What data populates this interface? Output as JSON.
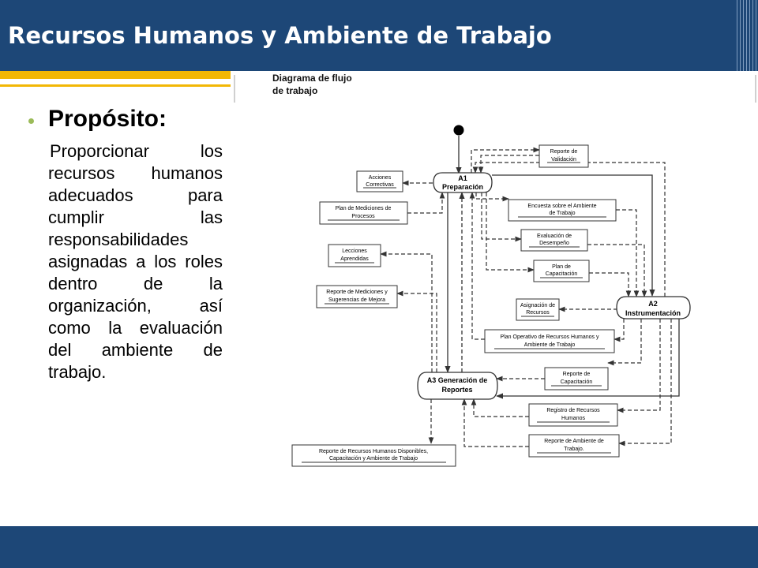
{
  "slide": {
    "title": "Recursos Humanos y Ambiente de Trabajo",
    "heading": "Propósito:",
    "body": "Proporcionar los recursos humanos adecuados para cumplir las responsabilidades asignadas a los roles dentro de la organización, así como la evaluación del ambiente de trabajo."
  },
  "diagram": {
    "caption_lines": [
      "Diagrama de flujo",
      "de trabajo"
    ],
    "processes": [
      {
        "lines": [
          "A1",
          "Preparación"
        ]
      },
      {
        "lines": [
          "A2",
          "Instrumentación"
        ]
      },
      {
        "lines": [
          "A3 Generación de",
          "Reportes"
        ]
      }
    ],
    "documents": [
      {
        "lines": [
          "Reporte de",
          "Validación"
        ]
      },
      {
        "lines": [
          "Acciones",
          "Correctivas"
        ]
      },
      {
        "lines": [
          "Plan de Mediciones de",
          "Procesos"
        ]
      },
      {
        "lines": [
          "Encuesta sobre el Ambiente",
          "de Trabajo"
        ]
      },
      {
        "lines": [
          "Evaluación de",
          "Desempeño"
        ]
      },
      {
        "lines": [
          "Lecciones",
          "Aprendidas"
        ]
      },
      {
        "lines": [
          "Plan de",
          "Capacitación"
        ]
      },
      {
        "lines": [
          "Reporte de Mediciones y",
          "Sugerencias de Mejora"
        ]
      },
      {
        "lines": [
          "Asignación de",
          "Recursos"
        ]
      },
      {
        "lines": [
          "Plan Operativo de Recursos Humanos y",
          "Ambiente de Trabajo"
        ]
      },
      {
        "lines": [
          "Reporte de",
          "Capacitación"
        ]
      },
      {
        "lines": [
          "Registro de Recursos",
          "Humanos"
        ]
      },
      {
        "lines": [
          "Reporte de Ambiente de",
          "Trabajo."
        ]
      },
      {
        "lines": [
          "Reporte de Recursos Humanos Disponibles,",
          "Capacitación y Ambiente de Trabajo"
        ]
      }
    ]
  },
  "colors": {
    "header_bg": "#1d4777",
    "accent_gold": "#f2b705",
    "bullet_green": "#9bbb59",
    "diagram_line": "#333333"
  }
}
